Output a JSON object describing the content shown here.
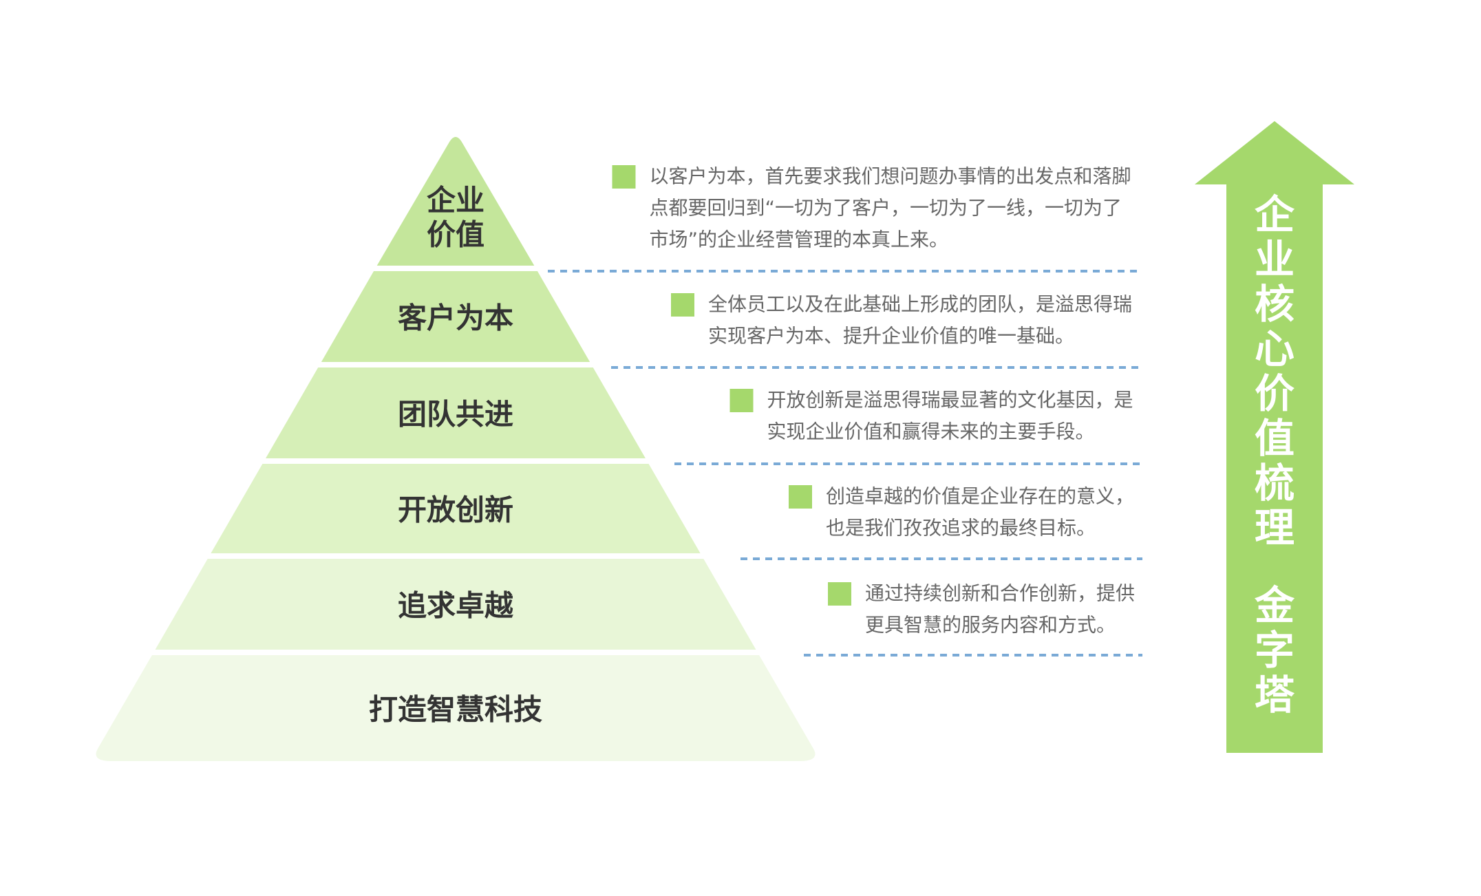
{
  "colors": {
    "layer_fills": [
      "#c4e69b",
      "#cdeba8",
      "#d6efb7",
      "#dff3c6",
      "#e8f6d7",
      "#f1f9e7"
    ],
    "bullet": "#a5d86c",
    "dash": "#7aaad6",
    "arrow": "#a5d86c",
    "label_text": "#333333",
    "desc_text": "#666666"
  },
  "layers": [
    {
      "label_lines": [
        "企业",
        "价值"
      ]
    },
    {
      "label_lines": [
        "客户为本"
      ]
    },
    {
      "label_lines": [
        "团队共进"
      ]
    },
    {
      "label_lines": [
        "开放创新"
      ]
    },
    {
      "label_lines": [
        "追求卓越"
      ]
    },
    {
      "label_lines": [
        "打造智慧科技"
      ]
    }
  ],
  "descriptions": [
    {
      "lines": [
        "以客户为本，首先要求我们想问题办事情的出发点和落脚",
        "点都要回归到“一切为了客户，一切为了一线，一切为了",
        "市场”的企业经营管理的本真上来。"
      ]
    },
    {
      "lines": [
        "全体员工以及在此基础上形成的团队，是溢思得瑞",
        "实现客户为本、提升企业价值的唯一基础。"
      ]
    },
    {
      "lines": [
        "开放创新是溢思得瑞最显著的文化基因，是",
        "实现企业价值和赢得未来的主要手段。"
      ]
    },
    {
      "lines": [
        "创造卓越的价值是企业存在的意义，",
        "也是我们孜孜追求的最终目标。"
      ]
    },
    {
      "lines": [
        "通过持续创新和合作创新，提供",
        "更具智慧的服务内容和方式。"
      ]
    }
  ],
  "arrow": {
    "title_chars": [
      "企",
      "业",
      "核",
      "心",
      "价",
      "值",
      "梳",
      "理"
    ],
    "subtitle_chars": [
      "金",
      "字",
      "塔"
    ]
  }
}
